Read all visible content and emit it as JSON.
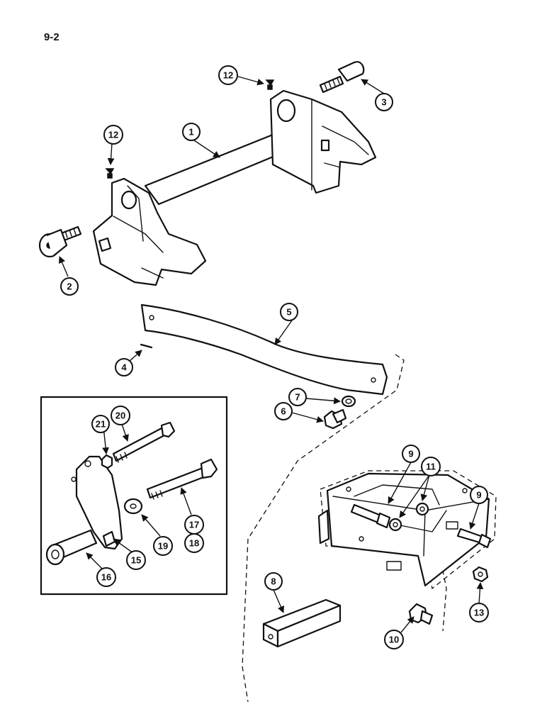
{
  "page": {
    "number": "9-2"
  },
  "callouts": [
    {
      "label": "1"
    },
    {
      "label": "2"
    },
    {
      "label": "3"
    },
    {
      "label": "4"
    },
    {
      "label": "5"
    },
    {
      "label": "6"
    },
    {
      "label": "7"
    },
    {
      "label": "8"
    },
    {
      "label": "9"
    },
    {
      "label": "9"
    },
    {
      "label": "10"
    },
    {
      "label": "11"
    },
    {
      "label": "12"
    },
    {
      "label": "12"
    },
    {
      "label": "13"
    },
    {
      "label": "15"
    },
    {
      "label": "16"
    },
    {
      "label": "17"
    },
    {
      "label": "18"
    },
    {
      "label": "19"
    },
    {
      "label": "20"
    },
    {
      "label": "21"
    }
  ]
}
